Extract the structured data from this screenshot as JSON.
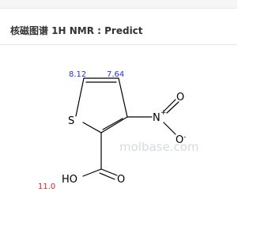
{
  "header": {
    "title": "核磁图谱 1H NMR : Predict"
  },
  "molecule": {
    "atoms": {
      "sulfur": "S",
      "nitrogen": "N",
      "nitro_oxygen_top": "O",
      "nitro_oxygen_bottom": "O",
      "hydroxyl": "HO",
      "carbonyl_oxygen": "O"
    },
    "charges": {
      "nitrogen_plus": "+",
      "oxygen_minus": "-"
    },
    "shifts": {
      "h5": "8.12",
      "h4": "7.64",
      "oh": "11.0"
    }
  },
  "watermark": "molbase.com",
  "colors": {
    "shift_label": "#2233dd",
    "acid_shift_label": "#dd2222",
    "bond": "#000000"
  }
}
